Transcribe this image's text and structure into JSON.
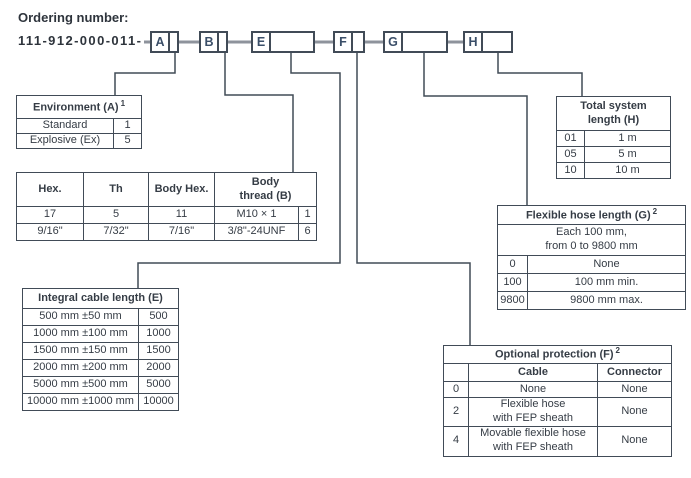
{
  "header": {
    "title": "Ordering number:",
    "number": "111-912-000-011-"
  },
  "code_letters": [
    "A",
    "B",
    "E",
    "F",
    "G",
    "H"
  ],
  "colors": {
    "line_dark": "#414b57",
    "line_gray": "#8e939c",
    "letter_blue": "#3a4e68",
    "text": "#353c45"
  },
  "tables": {
    "environment": {
      "title": "Environment (A)",
      "footnote": "1",
      "rows": [
        [
          "Standard",
          "1"
        ],
        [
          "Explosive (Ex)",
          "5"
        ]
      ]
    },
    "body_thread": {
      "columns": [
        "Hex.",
        "Th",
        "Body Hex."
      ],
      "span_title": "Body\nthread (B)",
      "rows": [
        [
          "17",
          "5",
          "11",
          "M10 × 1",
          "1"
        ],
        [
          "9/16\"",
          "7/32\"",
          "7/16\"",
          "3/8\"-24UNF",
          "6"
        ]
      ]
    },
    "cable_length": {
      "title": "Integral cable length (E)",
      "rows": [
        [
          "500 mm ±50 mm",
          "500"
        ],
        [
          "1000 mm ±100 mm",
          "1000"
        ],
        [
          "1500 mm ±150 mm",
          "1500"
        ],
        [
          "2000 mm ±200 mm",
          "2000"
        ],
        [
          "5000 mm ±500 mm",
          "5000"
        ],
        [
          "10000 mm ±1000 mm",
          "10000"
        ]
      ]
    },
    "system_length": {
      "title": "Total system\nlength (H)",
      "rows": [
        [
          "01",
          "1 m"
        ],
        [
          "05",
          "5 m"
        ],
        [
          "10",
          "10 m"
        ]
      ]
    },
    "hose_length": {
      "title": "Flexible hose length (G)",
      "footnote": "2",
      "subtitle": "Each 100 mm,\nfrom 0 to 9800 mm",
      "rows": [
        [
          "0",
          "None"
        ],
        [
          "100",
          "100 mm min."
        ],
        [
          "9800",
          "9800 mm max."
        ]
      ]
    },
    "protection": {
      "title": "Optional protection (F)",
      "footnote": "2",
      "columns": [
        "Cable",
        "Connector"
      ],
      "rows": [
        [
          "0",
          "None",
          "None"
        ],
        [
          "2",
          "Flexible hose\nwith FEP sheath",
          "None"
        ],
        [
          "4",
          "Movable flexible hose\nwith FEP sheath",
          "None"
        ]
      ]
    }
  }
}
